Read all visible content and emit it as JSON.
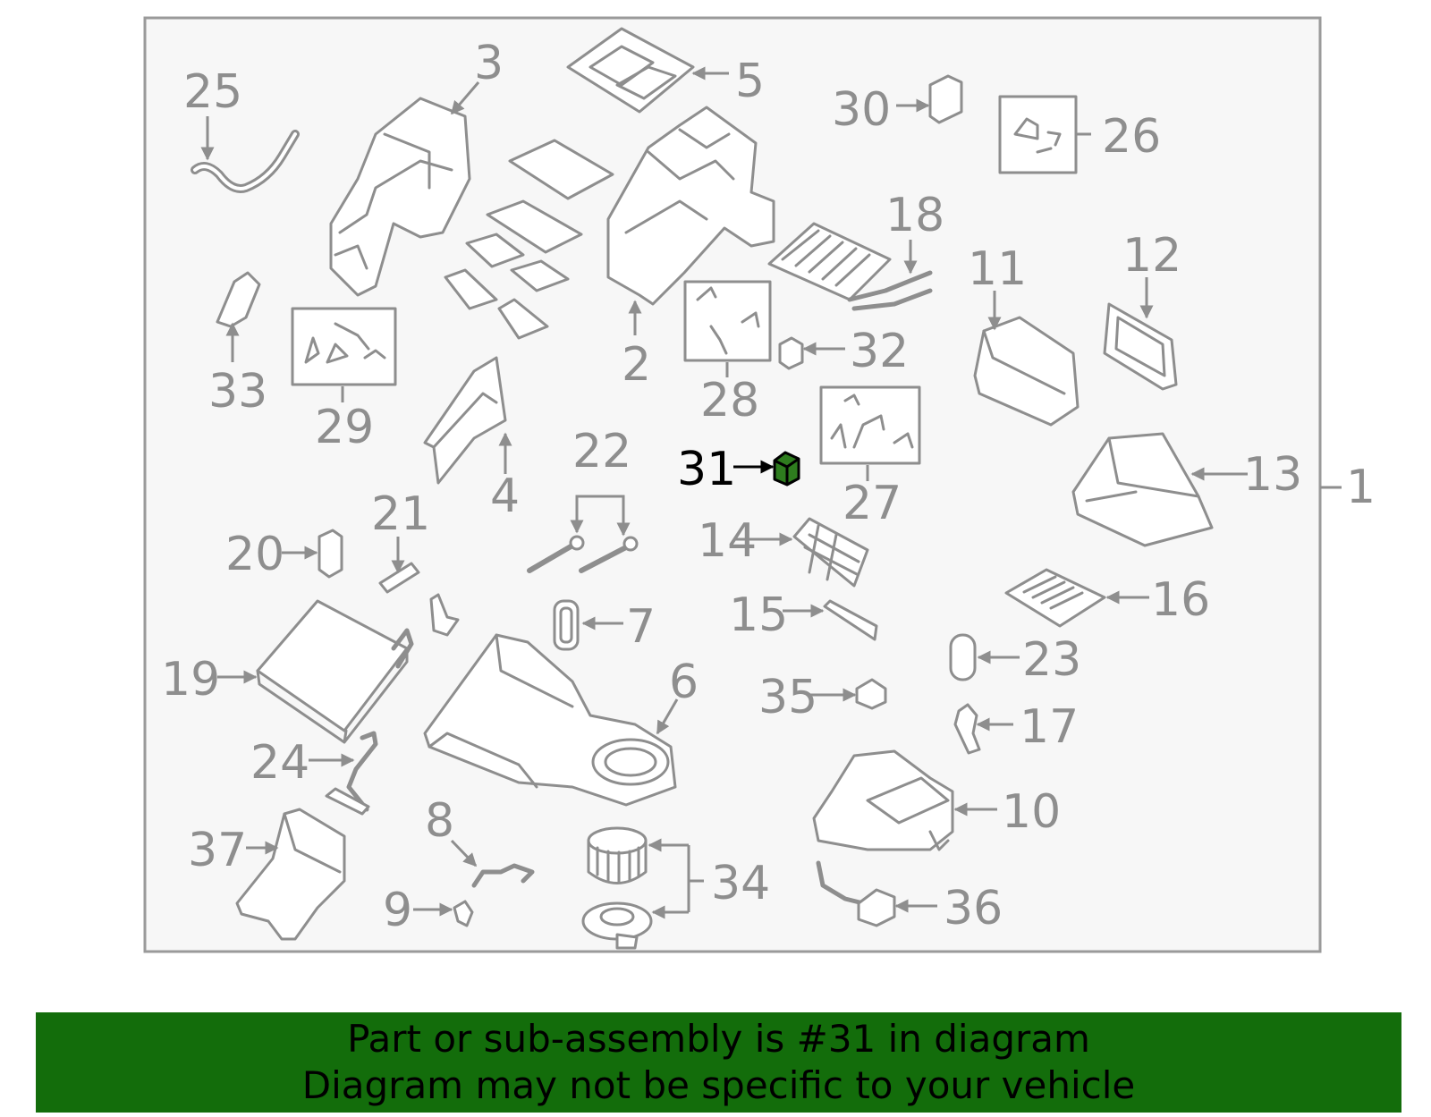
{
  "diagram": {
    "highlighted_part": "31",
    "callouts": [
      "1",
      "2",
      "3",
      "4",
      "5",
      "6",
      "7",
      "8",
      "9",
      "10",
      "11",
      "12",
      "13",
      "14",
      "15",
      "16",
      "17",
      "18",
      "19",
      "20",
      "21",
      "22",
      "23",
      "24",
      "25",
      "26",
      "27",
      "28",
      "29",
      "30",
      "31",
      "32",
      "33",
      "34",
      "35",
      "36",
      "37"
    ]
  },
  "colors": {
    "frame_stroke": "#9a9a9a",
    "part_stroke": "#8e8e8e",
    "highlight_fill": "#2e7d1e",
    "banner_background": "#136d0b"
  },
  "banner": {
    "line1": "Part or sub-assembly is #31 in diagram",
    "line2": "Diagram may not be specific to your vehicle"
  }
}
